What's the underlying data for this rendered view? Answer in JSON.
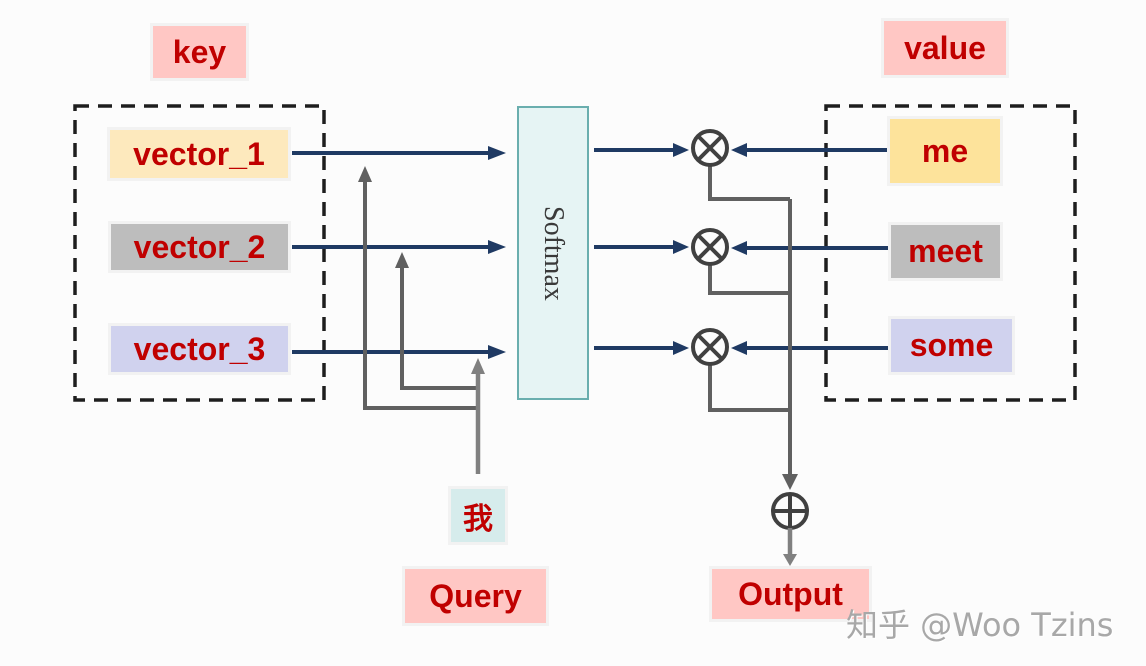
{
  "key_section": {
    "title": "key",
    "vectors": [
      "vector_1",
      "vector_2",
      "vector_3"
    ]
  },
  "value_section": {
    "title": "value",
    "values": [
      "me",
      "meet",
      "some"
    ]
  },
  "softmax": {
    "label": "Softmax"
  },
  "query": {
    "token": "我",
    "title": "Query"
  },
  "output": {
    "title": "Output"
  },
  "operators": {
    "multiply_symbol": "⊗",
    "add_symbol": "⊕"
  },
  "watermark": {
    "text": "知乎 @Woo Tzins"
  },
  "colors": {
    "label_text": "#c00000",
    "title_bg": "#ffc7c4",
    "arrow_dark": "#1f3a63",
    "connector_gray": "#606060",
    "query_arrow": "#808080",
    "softmax_border": "#6aaeae",
    "softmax_fill": "#e6f4f4"
  }
}
